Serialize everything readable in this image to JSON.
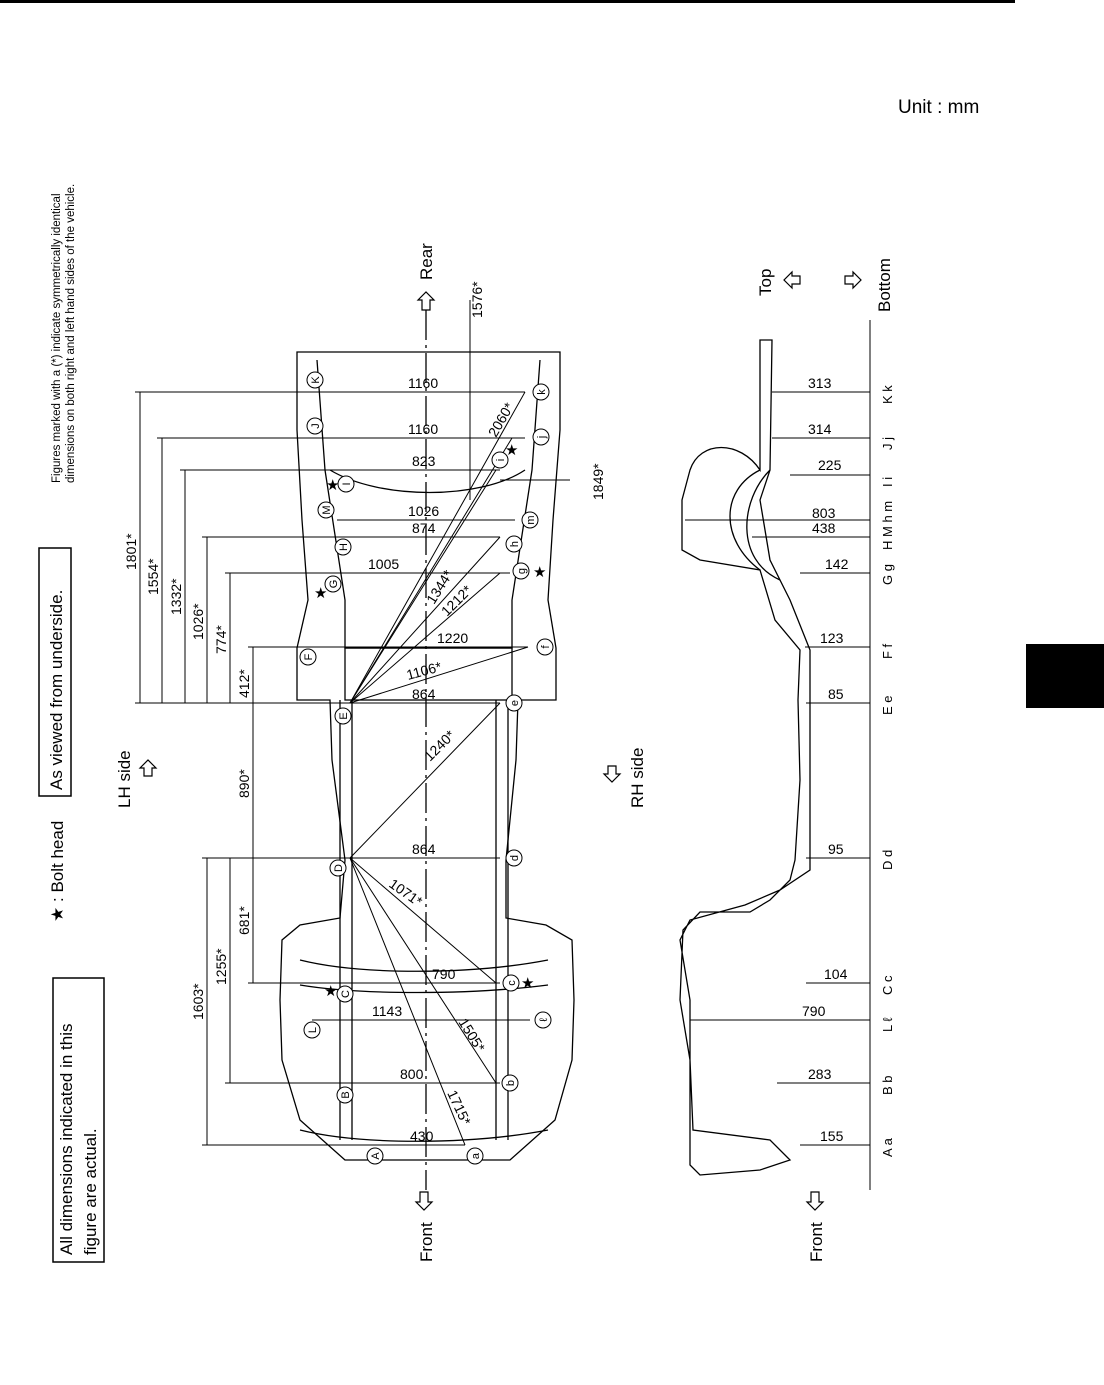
{
  "page": {
    "unit_label": "Unit : mm",
    "symmetric_note_line1": "Figures marked with a (*) indicate symmetrically identical",
    "symmetric_note_line2": "dimensions on both right and left hand sides of the vehicle.",
    "viewed_from": "As viewed from underside.",
    "bolt_head_legend": ": Bolt head",
    "actual_note_line1": "All dimensions indicated in this",
    "actual_note_line2": "figure are actual."
  },
  "directions": {
    "front": "Front",
    "rear": "Rear",
    "lh_side": "LH side",
    "rh_side": "RH side",
    "top": "Top",
    "bottom": "Bottom"
  },
  "underside_view": {
    "longitudinal": [
      {
        "label": "1801*"
      },
      {
        "label": "1554*"
      },
      {
        "label": "1332*"
      },
      {
        "label": "1026*"
      },
      {
        "label": "774*"
      },
      {
        "label": "412*"
      },
      {
        "label": "890*"
      },
      {
        "label": "681*"
      },
      {
        "label": "1255*"
      },
      {
        "label": "1603*"
      }
    ],
    "widths": [
      {
        "label": "1160"
      },
      {
        "label": "1160"
      },
      {
        "label": "823"
      },
      {
        "label": "1026"
      },
      {
        "label": "874"
      },
      {
        "label": "1005"
      },
      {
        "label": "1220"
      },
      {
        "label": "864"
      },
      {
        "label": "864"
      },
      {
        "label": "790"
      },
      {
        "label": "1143"
      },
      {
        "label": "800"
      },
      {
        "label": "430"
      }
    ],
    "diagonals": [
      {
        "label": "2060*"
      },
      {
        "label": "1849*"
      },
      {
        "label": "1576*"
      },
      {
        "label": "1344*"
      },
      {
        "label": "1212*"
      },
      {
        "label": "1106*"
      },
      {
        "label": "1240*"
      },
      {
        "label": "1071*"
      },
      {
        "label": "1505*"
      },
      {
        "label": "1715*"
      }
    ],
    "points_lh": [
      "K",
      "J",
      "I",
      "M",
      "H",
      "G",
      "F",
      "E",
      "D",
      "C",
      "L",
      "B",
      "A"
    ],
    "points_rh": [
      "k",
      "j",
      "i",
      "m",
      "h",
      "g",
      "f",
      "e",
      "d",
      "c",
      "ℓ",
      "b",
      "a"
    ]
  },
  "side_view": {
    "heights": [
      {
        "label": "313",
        "points": "K k"
      },
      {
        "label": "314",
        "points": "J j"
      },
      {
        "label": "225",
        "points": "I i"
      },
      {
        "label": "803",
        "points": "H M h m"
      },
      {
        "label": "438",
        "points": ""
      },
      {
        "label": "142",
        "points": "G g"
      },
      {
        "label": "123",
        "points": "F f"
      },
      {
        "label": "85",
        "points": "E e"
      },
      {
        "label": "95",
        "points": "D d"
      },
      {
        "label": "104",
        "points": "C c"
      },
      {
        "label": "790",
        "points": "L ℓ"
      },
      {
        "label": "283",
        "points": "B b"
      },
      {
        "label": "155",
        "points": "A a"
      }
    ]
  }
}
